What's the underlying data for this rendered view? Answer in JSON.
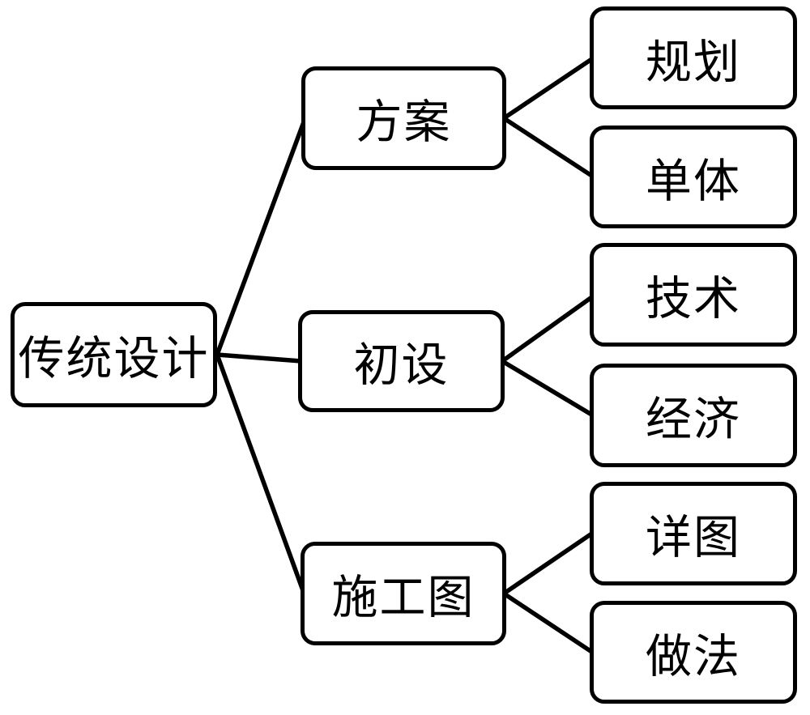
{
  "diagram": {
    "type": "tree",
    "direction": "left-to-right",
    "colors": {
      "background": "#ffffff",
      "node_fill": "#ffffff",
      "node_border": "#000000",
      "connector": "#000000",
      "text": "#000000"
    },
    "root": {
      "label": "传统设计"
    },
    "branches": [
      {
        "label": "方案",
        "children": [
          {
            "label": "规划"
          },
          {
            "label": "单体"
          }
        ]
      },
      {
        "label": "初设",
        "children": [
          {
            "label": "技术"
          },
          {
            "label": "经济"
          }
        ]
      },
      {
        "label": "施工图",
        "children": [
          {
            "label": "详图"
          },
          {
            "label": "做法"
          }
        ]
      }
    ]
  }
}
